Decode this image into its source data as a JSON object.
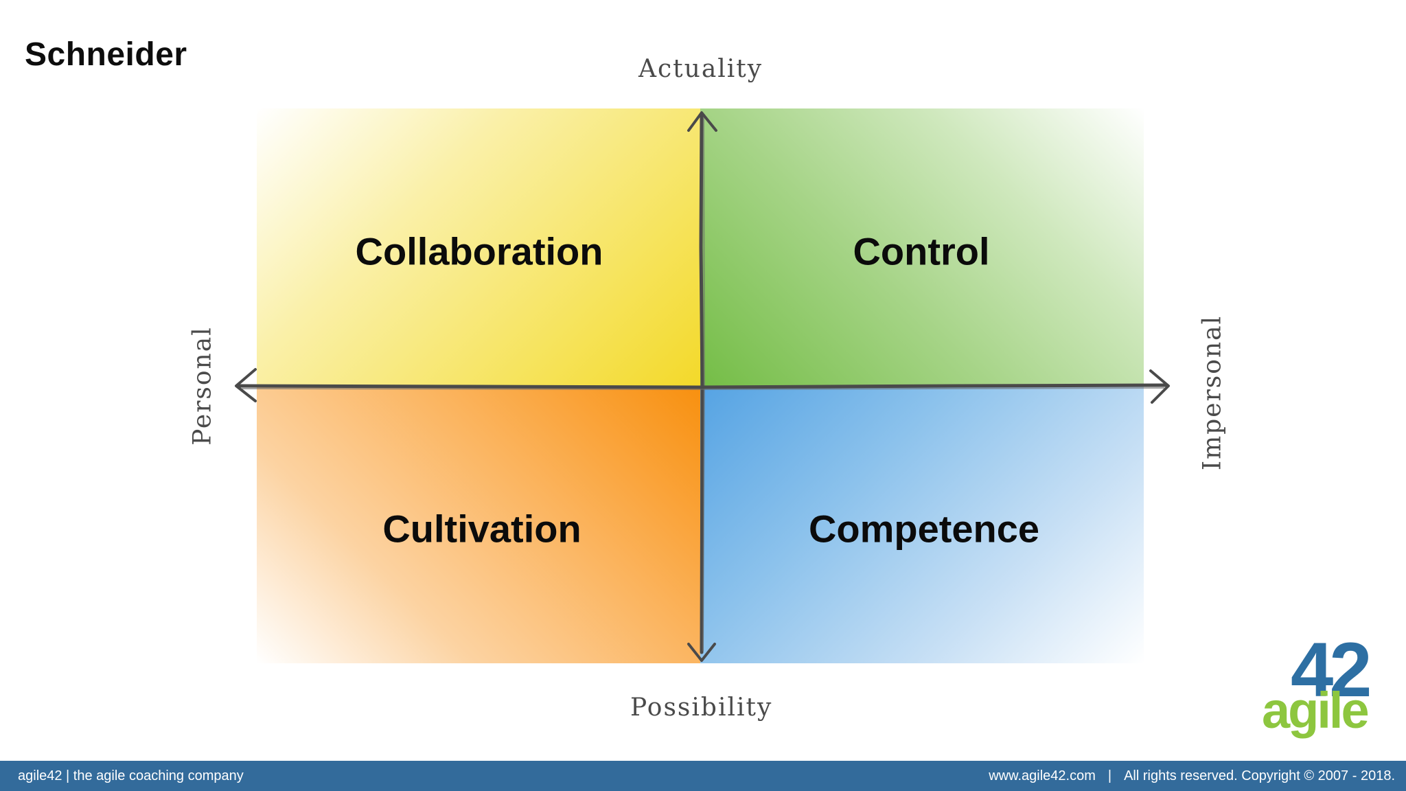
{
  "title": "Schneider",
  "axes": {
    "top": "Actuality",
    "bottom": "Possibility",
    "left": "Personal",
    "right": "Impersonal",
    "color": "#4a4a4a"
  },
  "quadrants": {
    "top_left": {
      "label": "Collaboration",
      "color": "#f3d92a"
    },
    "top_right": {
      "label": "Control",
      "color": "#74bd46"
    },
    "bottom_left": {
      "label": "Cultivation",
      "color": "#f8900f"
    },
    "bottom_right": {
      "label": "Competence",
      "color": "#55a3e3"
    }
  },
  "logo": {
    "number": "42",
    "word": "agile",
    "number_color": "#2d6fa3",
    "word_color": "#8dc63f"
  },
  "footer": {
    "left": "agile42 | the agile coaching company",
    "website": "www.agile42.com",
    "separator": "|",
    "copyright": "All rights reserved. Copyright © 2007 - 2018.",
    "background": "#336b9b"
  }
}
